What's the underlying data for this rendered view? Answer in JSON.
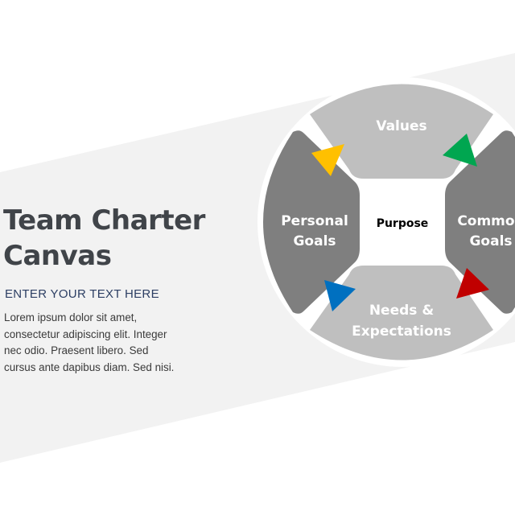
{
  "slide": {
    "title_line1": "Team Charter",
    "title_line2": "Canvas",
    "subtitle": "ENTER YOUR TEXT HERE",
    "body_lines": [
      "Lorem ipsum dolor sit amet,",
      "consectetur adipiscing elit.  Integer",
      "nec odio. Praesent libero. Sed",
      "cursus ante dapibus diam. Sed nisi."
    ]
  },
  "diagram": {
    "center_label": "Purpose",
    "segments": {
      "top": [
        "Values"
      ],
      "left": [
        "Personal",
        "Goals"
      ],
      "right": [
        "Common",
        "Goals"
      ],
      "bottom": [
        "Needs &",
        "Expectations"
      ]
    },
    "colors": {
      "band": "#f2f2f2",
      "light_segment": "#bfbfbf",
      "dark_segment": "#7f7f7f",
      "yellow_arrow": "#ffc000",
      "green_arrow": "#00a650",
      "red_arrow": "#c00000",
      "blue_arrow": "#0070c0"
    }
  }
}
